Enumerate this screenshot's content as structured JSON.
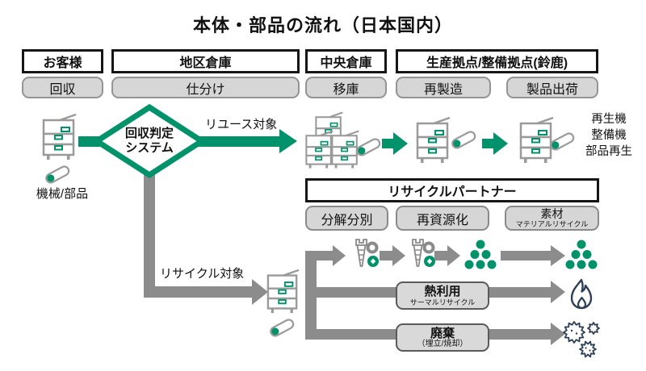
{
  "title": "本体・部品の流れ（日本国内）",
  "columns": {
    "customer": {
      "header": "お客様",
      "step": "回収"
    },
    "district": {
      "header": "地区倉庫",
      "step": "仕分け"
    },
    "central": {
      "header": "中央倉庫",
      "step": "移庫"
    },
    "production": {
      "header": "生産拠点/整備拠点(鈴鹿)",
      "step1": "再製造",
      "step2": "製品出荷"
    }
  },
  "labels": {
    "machine": "機械/部品",
    "decision_line1": "回収判定",
    "decision_line2": "システム",
    "reuse": "リユース対象",
    "recycle": "リサイクル対象",
    "output1": "再生機",
    "output2": "整備機",
    "output3": "部品再生"
  },
  "recycle": {
    "header": "リサイクルパートナー",
    "step1": "分解分別",
    "step2": "再資源化",
    "step3": "素材",
    "step3_sub": "マテリアルリサイクル",
    "thermal": "熱利用",
    "thermal_sub": "サーマルリサイクル",
    "disposal": "廃棄",
    "disposal_sub": "（埋立/焼却）"
  },
  "icons": {
    "copier": "copier-icon",
    "toner": "toner-cartridge-icon",
    "screw_nuts": "screw-and-nuts-icon",
    "pellets": "material-pellets-icon",
    "flame": "flame-icon",
    "debris": "waste-debris-icon"
  },
  "colors": {
    "green": "#00936B",
    "gray_arrow": "#8C8C8C",
    "box_fill": "#D6D6D6",
    "navy_icon": "#2E3F58",
    "header_border": "#161616"
  }
}
